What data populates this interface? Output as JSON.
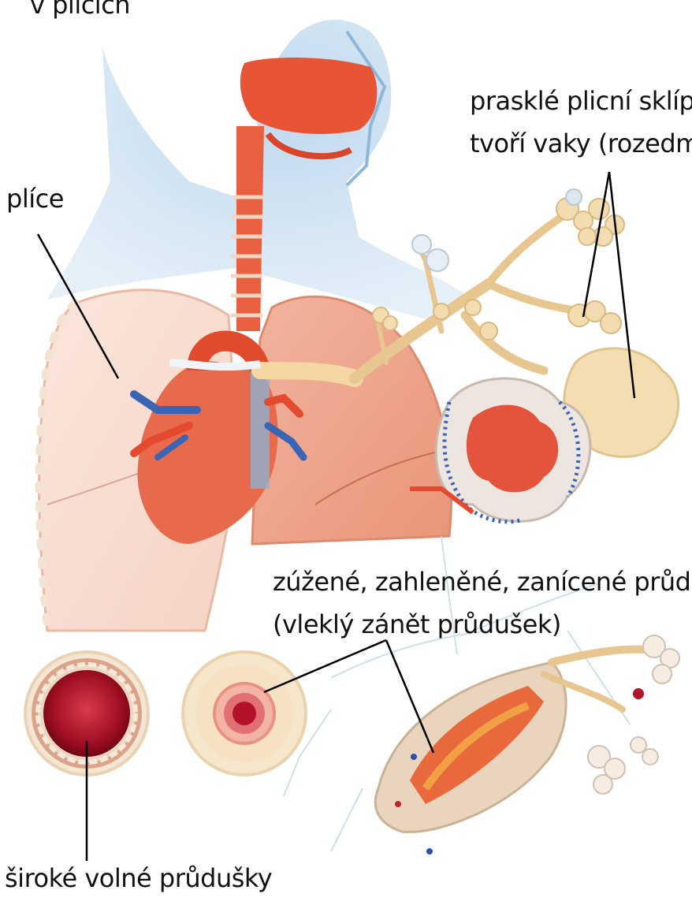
{
  "labels": {
    "top_cut": "v plicích",
    "lung": "plíce",
    "emphysema_line1": "prasklé plicní sklípky",
    "emphysema_line2": "tvoří vaky (rozedma)",
    "bronchitis_line1": "zúžené, zahleněné, zanícené průdušky",
    "bronchitis_line2": "(vleklý zánět průdušek)",
    "healthy": "široké volné průdušky"
  },
  "colors": {
    "skin": "#c9dff0",
    "lung": "#f6c7b2",
    "lung_pale": "#fbe7dc",
    "airway": "#e64a2e",
    "vessel_blue": "#3a64b4",
    "alveoli": "#f3dcb0",
    "lumen": "#b3122a"
  }
}
